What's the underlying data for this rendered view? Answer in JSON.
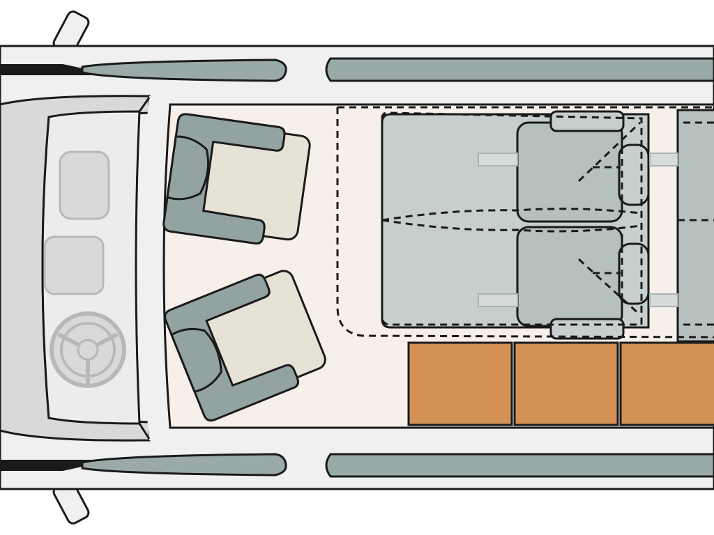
{
  "diagram": {
    "subject": "camper-van-floor-plan",
    "view": "top-down",
    "front_seats": 2,
    "rear_bench_seats": 2,
    "cabinet_modules": 3
  },
  "colors": {
    "background": "#ffffff",
    "outline": "#1a1a1a",
    "body_panel": "#f0f0f0",
    "roof_rail": "#9aaaa9",
    "windshield_frame": "#ececec",
    "dash_panel": "#d9d9d9",
    "floor": "#f6efea",
    "seat_frame": "#93a3a2",
    "seat_cushion": "#e6e2d6",
    "rear_seat": "#c6cfcd",
    "rear_seat_back": "#b6c1bf",
    "cabinet": "#d39156",
    "dashed_line": "#1a1a1a"
  },
  "icons": {
    "steering_wheel": "steering-wheel-icon",
    "mirror": "side-mirror-icon"
  }
}
